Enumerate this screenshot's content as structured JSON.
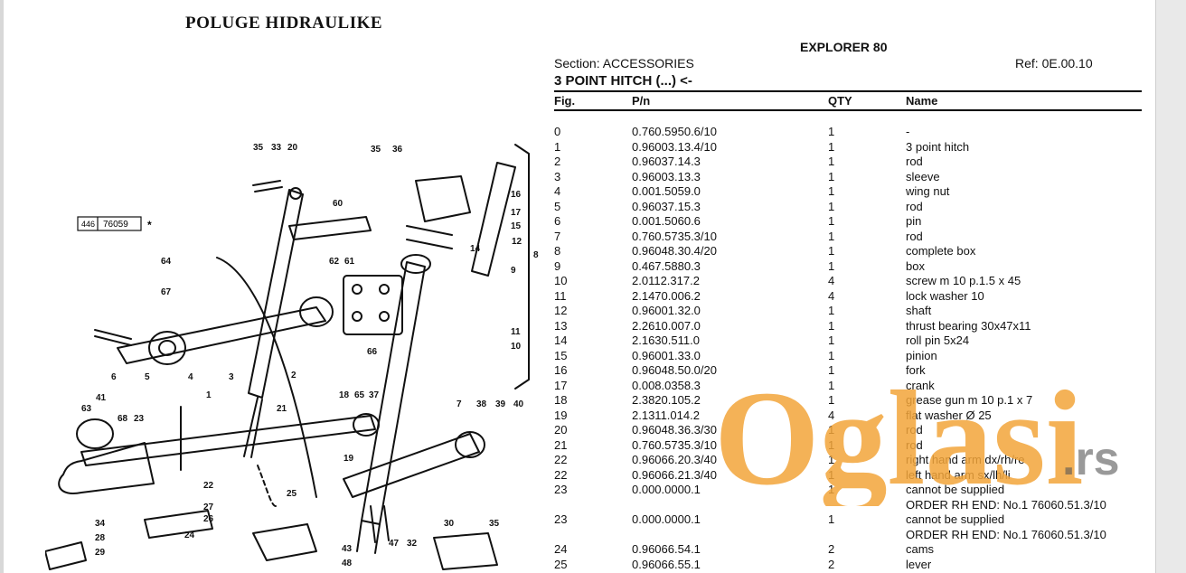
{
  "page": {
    "title": "POLUGE HIDRAULIKE"
  },
  "catalog": {
    "model": "EXPLORER 80",
    "section": "Section: ACCESSORIES",
    "ref": "Ref: 0E.00.10",
    "subtitle": "3 POINT HITCH (...) <-",
    "columns": {
      "fig": "Fig.",
      "pn": "P/n",
      "qty": "QTY",
      "name": "Name"
    }
  },
  "rows": [
    {
      "fig": "0",
      "pn": "0.760.5950.6/10",
      "qty": "1",
      "name": "-"
    },
    {
      "fig": "1",
      "pn": "0.96003.13.4/10",
      "qty": "1",
      "name": "3 point hitch"
    },
    {
      "fig": "2",
      "pn": "0.96037.14.3",
      "qty": "1",
      "name": "rod"
    },
    {
      "fig": "3",
      "pn": "0.96003.13.3",
      "qty": "1",
      "name": "sleeve"
    },
    {
      "fig": "4",
      "pn": "0.001.5059.0",
      "qty": "1",
      "name": "wing nut"
    },
    {
      "fig": "5",
      "pn": "0.96037.15.3",
      "qty": "1",
      "name": "rod"
    },
    {
      "fig": "6",
      "pn": "0.001.5060.6",
      "qty": "1",
      "name": "pin"
    },
    {
      "fig": "7",
      "pn": "0.760.5735.3/10",
      "qty": "1",
      "name": "rod"
    },
    {
      "fig": "8",
      "pn": "0.96048.30.4/20",
      "qty": "1",
      "name": "complete box"
    },
    {
      "fig": "9",
      "pn": "0.467.5880.3",
      "qty": "1",
      "name": "box"
    },
    {
      "fig": "10",
      "pn": "2.0112.317.2",
      "qty": "4",
      "name": "screw m 10 p.1.5 x 45"
    },
    {
      "fig": "11",
      "pn": "2.1470.006.2",
      "qty": "4",
      "name": "lock washer 10"
    },
    {
      "fig": "12",
      "pn": "0.96001.32.0",
      "qty": "1",
      "name": "shaft"
    },
    {
      "fig": "13",
      "pn": "2.2610.007.0",
      "qty": "1",
      "name": "thrust bearing 30x47x11"
    },
    {
      "fig": "14",
      "pn": "2.1630.511.0",
      "qty": "1",
      "name": "roll pin 5x24"
    },
    {
      "fig": "15",
      "pn": "0.96001.33.0",
      "qty": "1",
      "name": "pinion"
    },
    {
      "fig": "16",
      "pn": "0.96048.50.0/20",
      "qty": "1",
      "name": "fork"
    },
    {
      "fig": "17",
      "pn": "0.008.0358.3",
      "qty": "1",
      "name": "crank"
    },
    {
      "fig": "18",
      "pn": "2.3820.105.2",
      "qty": "1",
      "name": "grease gun m 10 p.1 x 7"
    },
    {
      "fig": "19",
      "pn": "2.1311.014.2",
      "qty": "4",
      "name": "flat washer Ø 25"
    },
    {
      "fig": "20",
      "pn": "0.96048.36.3/30",
      "qty": "1",
      "name": "rod"
    },
    {
      "fig": "21",
      "pn": "0.760.5735.3/10",
      "qty": "1",
      "name": "rod"
    },
    {
      "fig": "22",
      "pn": "0.96066.20.3/40",
      "qty": "1",
      "name": "right hand arm dx/rh/re"
    },
    {
      "fig": "22",
      "pn": "0.96066.21.3/40",
      "qty": "1",
      "name": "left hand arm sx/lh/li"
    },
    {
      "fig": "23",
      "pn": "0.000.0000.1",
      "qty": "1",
      "name": "cannot be supplied"
    },
    {
      "fig": "",
      "pn": "",
      "qty": "",
      "name": "ORDER RH END: No.1 76060.51.3/10"
    },
    {
      "fig": "23",
      "pn": "0.000.0000.1",
      "qty": "1",
      "name": "cannot be supplied"
    },
    {
      "fig": "",
      "pn": "",
      "qty": "",
      "name": "ORDER RH END: No.1 76060.51.3/10"
    },
    {
      "fig": "24",
      "pn": "0.96066.54.1",
      "qty": "2",
      "name": "cams"
    },
    {
      "fig": "25",
      "pn": "0.96066.55.1",
      "qty": "2",
      "name": "lever"
    }
  ],
  "diagram": {
    "ref_box": {
      "left": "446",
      "right": "76059",
      "mark": "*"
    },
    "callouts": [
      "35",
      "33",
      "20",
      "35",
      "36",
      "16",
      "17",
      "15",
      "60",
      "12",
      "14",
      "8",
      "9",
      "64",
      "62",
      "61",
      "67",
      "11",
      "10",
      "66",
      "18",
      "65",
      "37",
      "6",
      "5",
      "4",
      "3",
      "2",
      "1",
      "21",
      "7",
      "38",
      "39",
      "40",
      "41",
      "63",
      "68",
      "23",
      "22",
      "27",
      "26",
      "25",
      "34",
      "24",
      "28",
      "29",
      "30",
      "35",
      "43",
      "48",
      "47",
      "32",
      "19"
    ]
  },
  "watermark": {
    "text": "Oglasi",
    "suffix": ".rs",
    "color": "#f2a43a"
  }
}
